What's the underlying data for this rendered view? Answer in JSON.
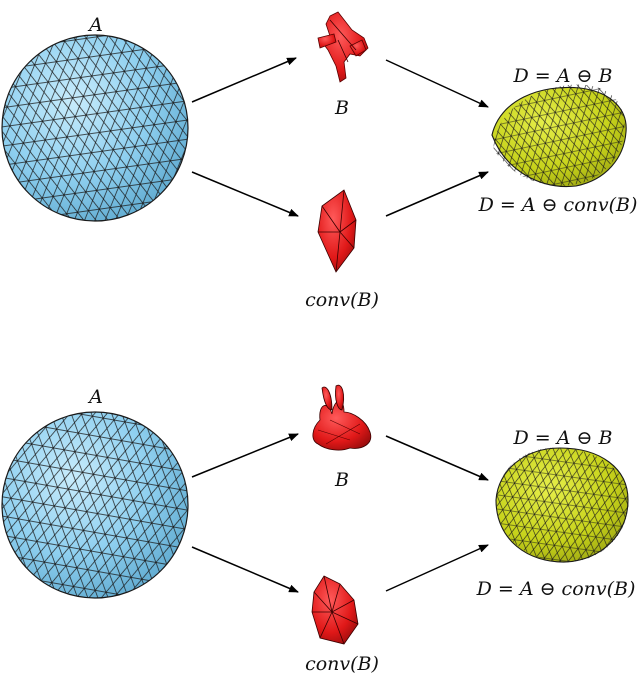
{
  "panels": [
    {
      "sphere_label": "A",
      "shape_label": "B",
      "hull_label": "conv(B)",
      "result_label_1": "D = A ⊖ B",
      "result_label_2": "D = A ⊖ conv(B)",
      "shape_object": "airplane",
      "hull_object": "convex-hull-of-airplane"
    },
    {
      "sphere_label": "A",
      "shape_label": "B",
      "hull_label": "conv(B)",
      "result_label_1": "D = A ⊖ B",
      "result_label_2": "D = A ⊖ conv(B)",
      "shape_object": "bunny",
      "hull_object": "convex-hull-of-bunny"
    }
  ],
  "colors": {
    "sphere": "#8fd0f0",
    "shape": "#e01818",
    "result": "#c6d21a",
    "mesh_line": "#1a1a1a",
    "arrow": "#000000"
  }
}
